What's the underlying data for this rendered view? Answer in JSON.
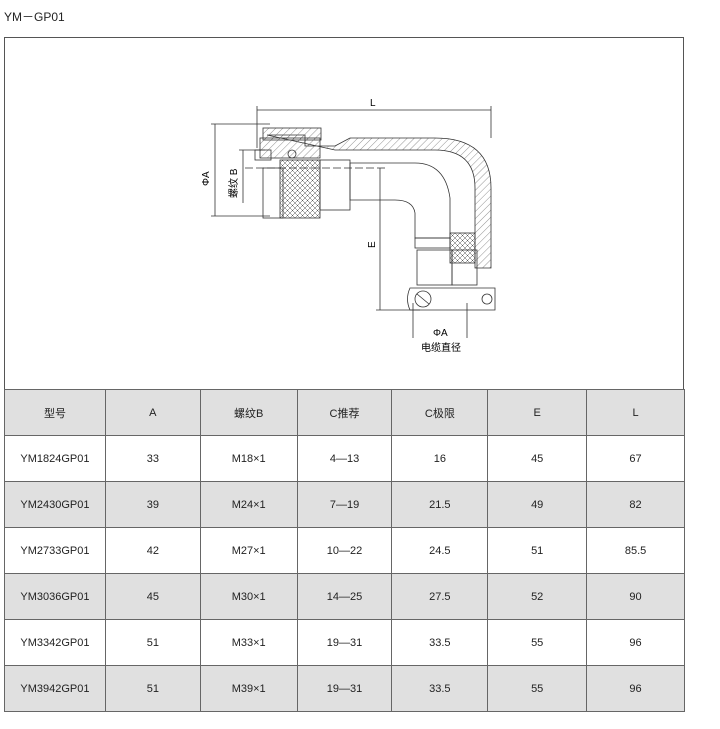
{
  "title": "YM－GP01",
  "drawing": {
    "label_L": "L",
    "label_phiA": "ΦA",
    "label_thread": "螺纹 B",
    "label_E": "E",
    "label_cable_phiA": "ΦA",
    "label_cable": "电缆直径"
  },
  "table": {
    "headers": [
      "型号",
      "A",
      "螺纹B",
      "C推荐",
      "C极限",
      "E",
      "L"
    ],
    "rows": [
      [
        "YM1824GP01",
        "33",
        "M18×1",
        "4—13",
        "16",
        "45",
        "67"
      ],
      [
        "YM2430GP01",
        "39",
        "M24×1",
        "7—19",
        "21.5",
        "49",
        "82"
      ],
      [
        "YM2733GP01",
        "42",
        "M27×1",
        "10—22",
        "24.5",
        "51",
        "85.5"
      ],
      [
        "YM3036GP01",
        "45",
        "M30×1",
        "14—25",
        "27.5",
        "52",
        "90"
      ],
      [
        "YM3342GP01",
        "51",
        "M33×1",
        "19—31",
        "33.5",
        "55",
        "96"
      ],
      [
        "YM3942GP01",
        "51",
        "M39×1",
        "19—31",
        "33.5",
        "55",
        "96"
      ]
    ]
  }
}
